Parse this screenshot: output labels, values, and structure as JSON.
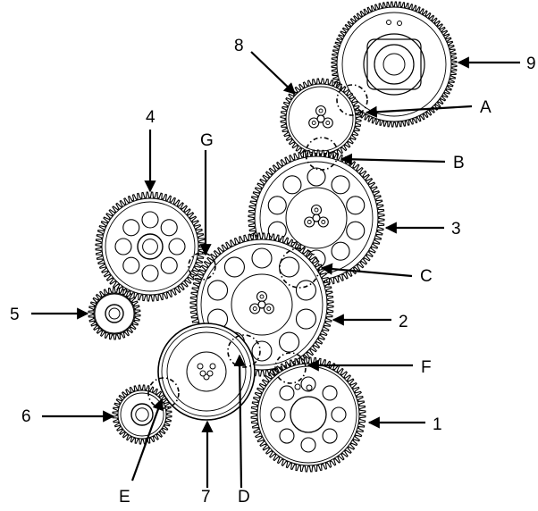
{
  "diagram": {
    "gears": [
      {
        "id": "gear-1",
        "label": "1"
      },
      {
        "id": "gear-2",
        "label": "2"
      },
      {
        "id": "gear-3",
        "label": "3"
      },
      {
        "id": "gear-4",
        "label": "4"
      },
      {
        "id": "gear-5",
        "label": "5"
      },
      {
        "id": "gear-6",
        "label": "6"
      },
      {
        "id": "gear-7",
        "label": "7"
      },
      {
        "id": "gear-8",
        "label": "8"
      },
      {
        "id": "gear-9",
        "label": "9"
      }
    ],
    "mesh_points": [
      {
        "id": "mesh-a",
        "label": "A"
      },
      {
        "id": "mesh-b",
        "label": "B"
      },
      {
        "id": "mesh-c",
        "label": "C"
      },
      {
        "id": "mesh-d",
        "label": "D"
      },
      {
        "id": "mesh-e",
        "label": "E"
      },
      {
        "id": "mesh-f",
        "label": "F"
      },
      {
        "id": "mesh-g",
        "label": "G"
      }
    ]
  }
}
